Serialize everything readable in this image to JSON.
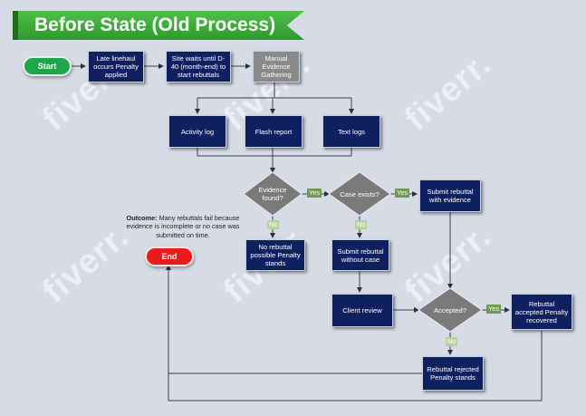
{
  "title": "Before State (Old Process)",
  "start_label": "Start",
  "end_label": "End",
  "steps": {
    "late": "Late linehaul occurs Penalty applied",
    "wait": "Site waits until D-40 (month-end) to start rebuttals",
    "manual": "Manual Evidence Gathering",
    "activity": "Activity log",
    "flash": "Flash report",
    "text": "Text logs",
    "no_rebuttal": "No rebuttal possible Penalty stands",
    "submit_without": "Submit rebuttal without case",
    "submit_with": "Submit rebuttal with evidence",
    "client_review": "Client review",
    "rejected": "Rebuttal rejected Penalty stands",
    "accepted_box": "Rebuttal accepted Penalty recovered"
  },
  "decisions": {
    "evidence": "Evidence found?",
    "case": "Case exists?",
    "accepted": "Accepted?"
  },
  "edge_labels": {
    "yes": "Yes",
    "no": "No"
  },
  "outcome": {
    "label": "Outcome:",
    "text": "Many rebuttals fail because evidence is incomplete or no case was submitted on time."
  },
  "watermark": "fiverr.",
  "colors": {
    "box": "#0f2060",
    "start": "#1fa64a",
    "end": "#ea1b1b",
    "banner": "#3aab35",
    "diamond": "#7a7a7a",
    "background": "#d6dbe6"
  }
}
